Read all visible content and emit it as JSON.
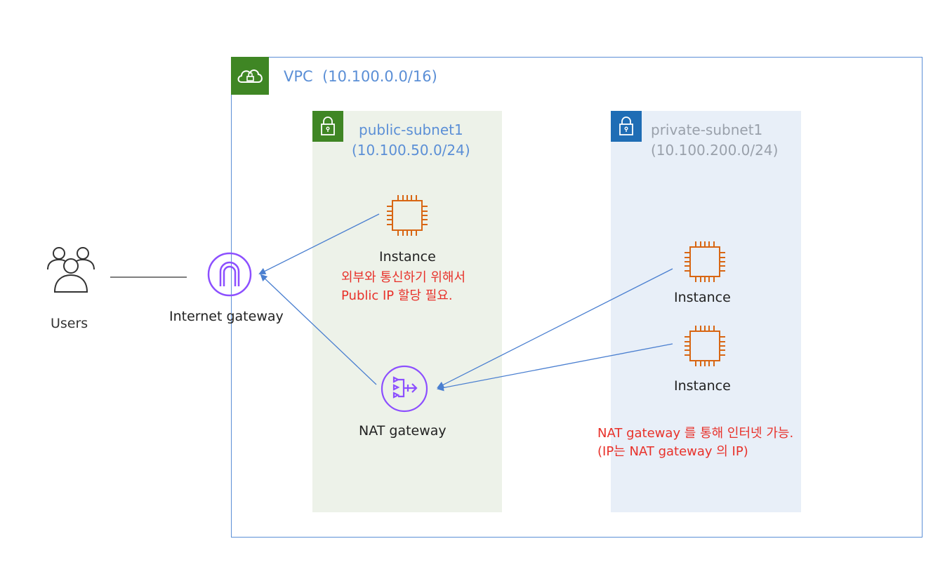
{
  "vpc": {
    "title": "VPC",
    "cidr": "(10.100.0.0/16)"
  },
  "public_subnet": {
    "name": "public-subnet1",
    "cidr": "(10.100.50.0/24)"
  },
  "private_subnet": {
    "name": "private-subnet1",
    "cidr": "(10.100.200.0/24)"
  },
  "users": {
    "label": "Users"
  },
  "internet_gateway": {
    "label": "Internet gateway"
  },
  "nat_gateway": {
    "label": "NAT gateway"
  },
  "public_instance": {
    "label": "Instance",
    "note_line1": "외부와 통신하기 위해서",
    "note_line2": "Public IP 할당 필요."
  },
  "private_instance_1": {
    "label": "Instance"
  },
  "private_instance_2": {
    "label": "Instance"
  },
  "private_note": {
    "line1": "NAT gateway 를 통해 인터넷 가능.",
    "line2": "(IP는 NAT gateway 의 IP)"
  },
  "colors": {
    "vpc_green": "#3f8624",
    "subnet_blue": "#1f6db5",
    "instance_orange": "#d86613",
    "gateway_purple": "#8c4fff",
    "arrow_blue": "#4a7fd0",
    "note_red": "#e8312a"
  },
  "icons": {
    "vpc": "cloud-lock-icon",
    "subnet": "padlock-icon",
    "users": "users-icon",
    "internet_gateway": "internet-gateway-icon",
    "nat_gateway": "nat-gateway-icon",
    "instance": "ec2-instance-icon"
  }
}
